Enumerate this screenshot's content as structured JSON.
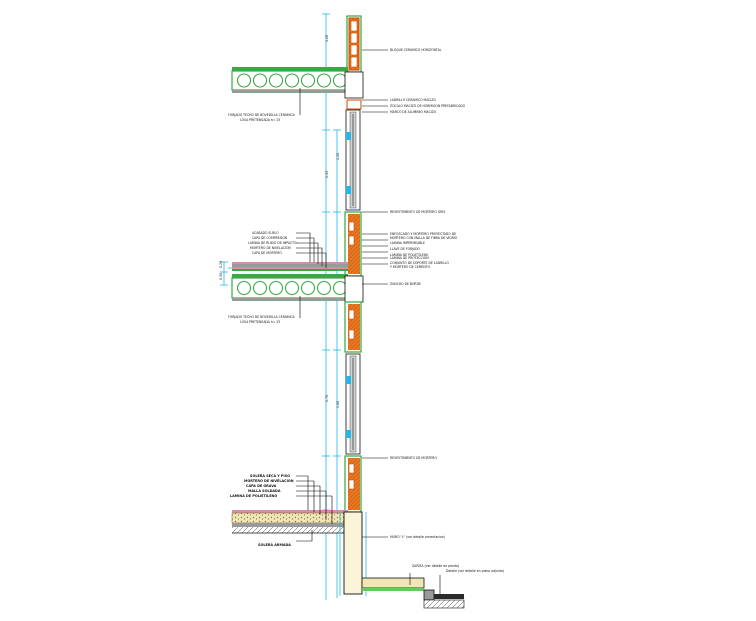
{
  "colors": {
    "brick": "#e87722",
    "brick_edge": "#d04a00",
    "dim_line": "#22b8e8",
    "slab_green": "#39a845",
    "lintel_green": "#5fce5f",
    "concrete_grey": "#9a9a9a",
    "floor_pink": "#d98aa8",
    "leader": "#000000",
    "dark_soil": "#2a2a2a"
  },
  "icons": [
    "brick-hatch",
    "void-block-circle",
    "window-glazing",
    "section-cut"
  ],
  "labels": {
    "upper_parapet": "BLOQUE CERAMICO HORIZONTAL",
    "upper_lintel": "LADRILLO CERAMICO MACIZO",
    "upper_pref": "ZOCALO MACIZO DE HORMIGON PREFABRICADO",
    "upper_sill": "MARCO DE ALUMINIO MACIZO",
    "slab1_a": "FORJADO TECHO DE BOVEDILLA CERAMICA",
    "slab1_b": "LOSA PRETENSADA h= 25",
    "wall_mid": "REVESTIMIENTO DE MORTERO GRIS",
    "floor_r1": "ENFOSCADO Y MORTERO PROYECTADO DE",
    "floor_r1b": "MORTERO CON MALLA DE FIBRA DE VIDRIO",
    "floor_r2": "LAMINA IMPERMEABLE",
    "floor_r3": "LLAVE DE FORJADO",
    "floor_r4": "LAMINA DE POLIETILENO",
    "floor_r5": "LAMINA DE PROTECCION",
    "floor_r6": "CONJUNTO DE SOPORTE DE LADRILLO",
    "floor_r6b": "Y MORTERO DE CEMENTO",
    "floor_l1": "ACABADO SUELO",
    "floor_l2": "CAPA DE COMPRESION",
    "floor_l3": "LAMINA DE RUIDO DE IMPACTO",
    "floor_l4": "MORTERO DE NIVELACION",
    "floor_l5": "CAPA DE MORTERO",
    "edge_beam": "ZUNCHO DE BORDE",
    "slab2_a": "FORJADO TECHO DE BOVEDILLA CERAMICA",
    "slab2_b": "LOSA PRETENSADA h= 25",
    "lower_wall": "REVESTIMIENTO DE MORTERO",
    "ground_l1": "SOLERA SECA Y PISO",
    "ground_l2": "MORTERO DE NIVELACION",
    "ground_l3": "CAPA DE GRAVA",
    "ground_l4": "MALLA SOLDADA",
    "ground_l5": "LAMINA DE POLIETILENO",
    "ground_l6": "SOLERA ARMADA",
    "found_wall": "MURO \"L\" (ver detalle cimentacion)",
    "footing": "ZAPATA (ver detalle de planta)",
    "detail_note": "Detalle (ver detalle en plano adjunto)"
  },
  "dims": {
    "d1": "1.20",
    "d2": "2.55",
    "d3": "1.20",
    "d4": "0.25",
    "d5": "0.30",
    "d6": "2.70",
    "d7": "1.00"
  }
}
